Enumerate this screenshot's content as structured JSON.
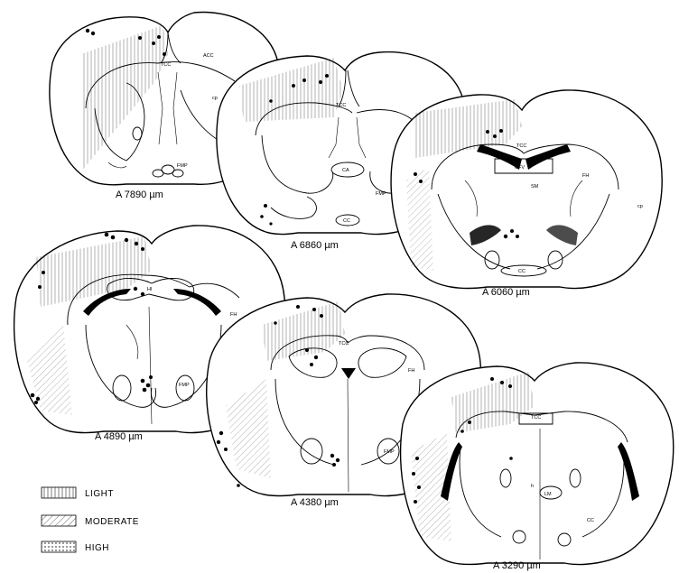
{
  "sections": [
    {
      "id": "a7890",
      "label": "A 7890 µm"
    },
    {
      "id": "a6860",
      "label": "A 6860 µm"
    },
    {
      "id": "a6060",
      "label": "A 6060 µm"
    },
    {
      "id": "a4890",
      "label": "A 4890 µm"
    },
    {
      "id": "a4380",
      "label": "A 4380 µm"
    },
    {
      "id": "a3290",
      "label": "A 3290 µm"
    }
  ],
  "structure_labels": {
    "tcc": "TCC",
    "acc": "ACC",
    "ca": "CA",
    "cfv": "CFV",
    "sm": "SM",
    "fh": "FH",
    "fmp": "FMP",
    "lm": "LM",
    "cpu": "cp",
    "cc": "CC",
    "hi": "HI",
    "h": "h"
  },
  "legend": {
    "items": [
      {
        "label": "LIGHT",
        "pattern": "light"
      },
      {
        "label": "MODERATE",
        "pattern": "moderate"
      },
      {
        "label": "HIGH",
        "pattern": "high"
      }
    ]
  }
}
